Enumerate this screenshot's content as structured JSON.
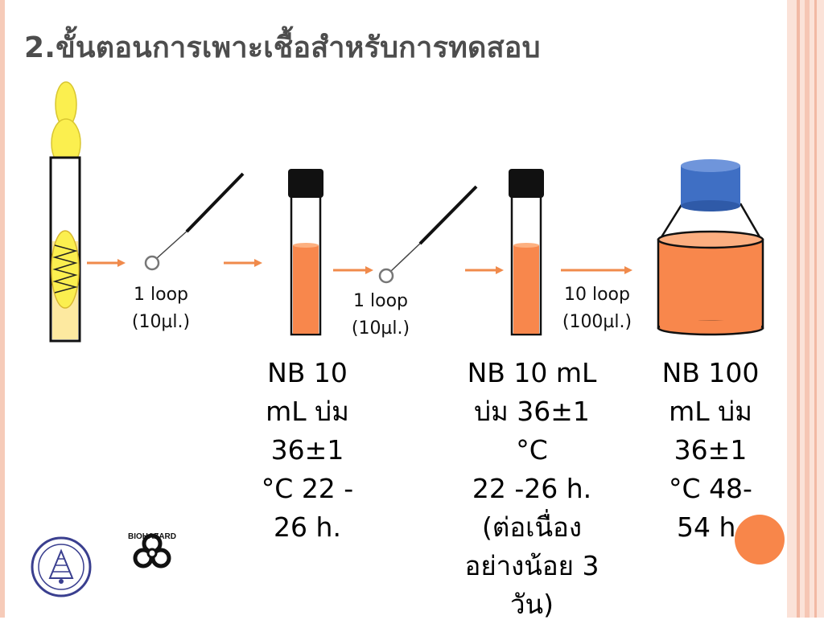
{
  "title": "2.ขั้นตอนการเพาะเชื้อสำหรับการทดสอบ",
  "transfer_labels": [
    {
      "amount": "1 loop",
      "volume": "(10µl.)"
    },
    {
      "amount": "1 loop",
      "volume": "(10µl.)"
    },
    {
      "amount": "10 loop",
      "volume": "(100µl.)"
    }
  ],
  "stages": [
    {
      "lines": [
        "NB 10",
        "mL บ่ม",
        "36±1",
        "°C 22 -",
        "26 h."
      ]
    },
    {
      "lines": [
        "NB 10 mL",
        "บ่ม 36±1",
        "°C",
        "22 -26 h.",
        "(ต่อเนื่อง",
        "อย่างน้อย 3",
        "วัน)"
      ]
    },
    {
      "lines": [
        "NB 100",
        "mL บ่ม",
        "36±1",
        "°C 48-",
        "54 h."
      ]
    }
  ],
  "biohazard_label": "BIOHAZARD",
  "colors": {
    "broth": "#f8874c",
    "arrow": "#f08a4b",
    "agar": "#fde9a0",
    "spot": "#fbef4f",
    "cap_black": "#111111",
    "cap_blue": "#3f6fc4",
    "title": "#4d4d4d",
    "frame": "#f6cbb9"
  },
  "icons": [
    "slant-tube-icon",
    "inoculating-loop-icon",
    "broth-tube-icon",
    "broth-bottle-icon",
    "university-seal-icon",
    "biohazard-icon"
  ]
}
